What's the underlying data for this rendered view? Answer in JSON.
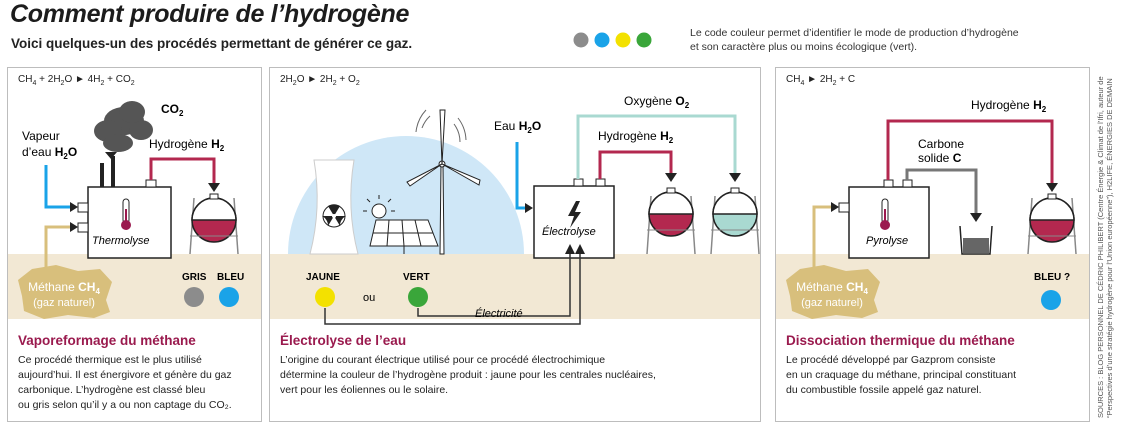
{
  "header": {
    "title": "Comment produire de l’hydrogène",
    "subtitle": "Voici quelques-un des procédés permettant de générer ce gaz.",
    "legend_line1": "Le code couleur permet d’identifier le mode de production d’hydrogène",
    "legend_line2": "et son caractère plus ou moins écologique (vert).",
    "legend_colors": [
      "#8c8c8c",
      "#1aa3e8",
      "#f3e100",
      "#3aa63a"
    ]
  },
  "panel1": {
    "formula": "CH4 + 2H2O ► 4H2 + CO2",
    "co2": "CO",
    "co2_sub": "2",
    "vapeur_line1": "Vapeur",
    "vapeur_line2": "d’eau",
    "h2o": "H",
    "h2o_mid": "2",
    "h2o_end": "O",
    "hydrogene": "Hydrogène",
    "h2": "H",
    "h2_sub": "2",
    "machine": "Thermolyse",
    "methane": "Méthane",
    "ch4": "CH",
    "ch4_sub": "4",
    "gaz_naturel": "(gaz naturel)",
    "label_gris": "GRIS",
    "label_bleu": "BLEU",
    "color_gris": "#8c8c8c",
    "color_bleu": "#1aa3e8",
    "heading": "Vaporeformage du méthane",
    "text1": "Ce procédé thermique est le plus utilisé",
    "text2": "aujourd’hui. Il est énergivore et génère du gaz",
    "text3": "carbonique. L’hydrogène est classé bleu",
    "text4": "ou gris selon qu’il y a ou non captage du CO₂."
  },
  "panel2": {
    "formula": "2H2O ► 2H2 + O2",
    "oxygene": "Oxygène",
    "o2": "O",
    "o2_sub": "2",
    "eau": "Eau",
    "h2o": "H",
    "h2o_mid": "2",
    "h2o_end": "O",
    "hydrogene": "Hydrogène",
    "h2": "H",
    "h2_sub": "2",
    "machine": "Électrolyse",
    "label_jaune": "JAUNE",
    "label_vert": "VERT",
    "label_ou": "ou",
    "electricite": "Électricité",
    "color_jaune": "#f3e100",
    "color_vert": "#3aa63a",
    "heading": "Électrolyse de l’eau",
    "text1": "L’origine du courant électrique utilisé pour ce procédé électrochimique",
    "text2": "détermine la couleur de l’hydrogène produit : jaune pour les centrales nucléaires,",
    "text3": "vert pour les éoliennes ou le solaire."
  },
  "panel3": {
    "formula": "CH4 ► 2H2 + C",
    "hydrogene": "Hydrogène",
    "h2": "H",
    "h2_sub": "2",
    "carbone_line1": "Carbone",
    "carbone_line2": "solide",
    "carbone_c": "C",
    "machine": "Pyrolyse",
    "methane": "Méthane",
    "ch4": "CH",
    "ch4_sub": "4",
    "gaz_naturel": "(gaz naturel)",
    "label_bleu": "BLEU ?",
    "color_bleu": "#1aa3e8",
    "heading": "Dissociation thermique du méthane",
    "text1": "Le procédé développé par Gazprom consiste",
    "text2": "en un craquage du méthane, principal constituant",
    "text3": "du combustible fossile appelé gaz naturel."
  },
  "sources": {
    "line1": "SOURCES : BLOG PERSONNEL DE CÉDRIC PHILIBERT (Centre Énergie & Climat de l’Ifri, auteur de",
    "line2": "“Perspectives d’une stratégie hydrogène pour l’Union européenne”), H2LIFE, ÉNERGIES DE DEMAIN"
  }
}
